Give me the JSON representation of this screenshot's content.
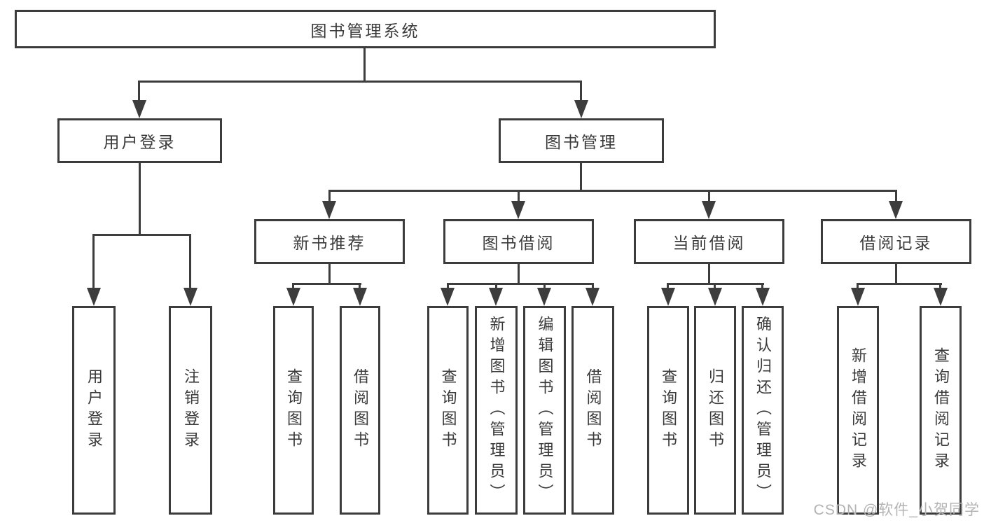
{
  "diagram": {
    "type": "hierarchy-tree",
    "nodes": {
      "root": "图书管理系统",
      "user_login": "用户登录",
      "book_management": "图书管理",
      "new_book_recommendation": "新书推荐",
      "book_borrowing": "图书借阅",
      "current_borrowing": "当前借阅",
      "borrowing_records": "借阅记录",
      "leaf_user_login": "用户登录",
      "leaf_logout_login": "注销登录",
      "leaf_query_books_nbr": "查询图书",
      "leaf_borrow_books_nbr": "借阅图书",
      "leaf_query_books_bb": "查询图书",
      "leaf_add_book_admin": "新增图书（管理员）",
      "leaf_edit_book_admin": "编辑图书（管理员）",
      "leaf_borrow_books_bb": "借阅图书",
      "leaf_query_books_cb": "查询图书",
      "leaf_return_books": "归还图书",
      "leaf_confirm_return_admin": "确认归还（管理员）",
      "leaf_add_borrow_record": "新增借阅记录",
      "leaf_query_borrow_record": "查询借阅记录"
    },
    "edges": [
      [
        "root",
        "user_login"
      ],
      [
        "root",
        "book_management"
      ],
      [
        "user_login",
        "leaf_user_login"
      ],
      [
        "user_login",
        "leaf_logout_login"
      ],
      [
        "book_management",
        "new_book_recommendation"
      ],
      [
        "book_management",
        "book_borrowing"
      ],
      [
        "book_management",
        "current_borrowing"
      ],
      [
        "book_management",
        "borrowing_records"
      ],
      [
        "new_book_recommendation",
        "leaf_query_books_nbr"
      ],
      [
        "new_book_recommendation",
        "leaf_borrow_books_nbr"
      ],
      [
        "book_borrowing",
        "leaf_query_books_bb"
      ],
      [
        "book_borrowing",
        "leaf_add_book_admin"
      ],
      [
        "book_borrowing",
        "leaf_edit_book_admin"
      ],
      [
        "book_borrowing",
        "leaf_borrow_books_bb"
      ],
      [
        "current_borrowing",
        "leaf_query_books_cb"
      ],
      [
        "current_borrowing",
        "leaf_return_books"
      ],
      [
        "current_borrowing",
        "leaf_confirm_return_admin"
      ],
      [
        "borrowing_records",
        "leaf_add_borrow_record"
      ],
      [
        "borrowing_records",
        "leaf_query_borrow_record"
      ]
    ]
  },
  "watermark": "CSDN @软件_小贺同学",
  "colors": {
    "line": "#3d3d3d",
    "border": "#3c3c3c",
    "text": "#3a3a3a",
    "watermark": "#b4b4b4",
    "background": "#ffffff"
  }
}
